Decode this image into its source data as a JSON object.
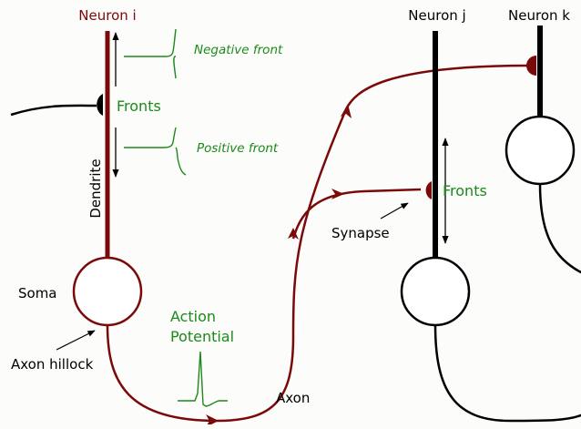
{
  "colors": {
    "dark_red": "#7a0a0a",
    "black": "#000000",
    "green": "#1a8a1a",
    "background": "#fcfcfa"
  },
  "labels": {
    "neuron_i": "Neuron i",
    "neuron_j": "Neuron j",
    "neuron_k": "Neuron k",
    "negative_front": "Negative front",
    "positive_front": "Positive front",
    "fronts_i": "Fronts",
    "fronts_j": "Fronts",
    "dendrite": "Dendrite",
    "soma": "Soma",
    "axon_hillock": "Axon hillock",
    "action_potential_line1": "Action",
    "action_potential_line2": "Potential",
    "axon": "Axon",
    "synapse": "Synapse"
  }
}
